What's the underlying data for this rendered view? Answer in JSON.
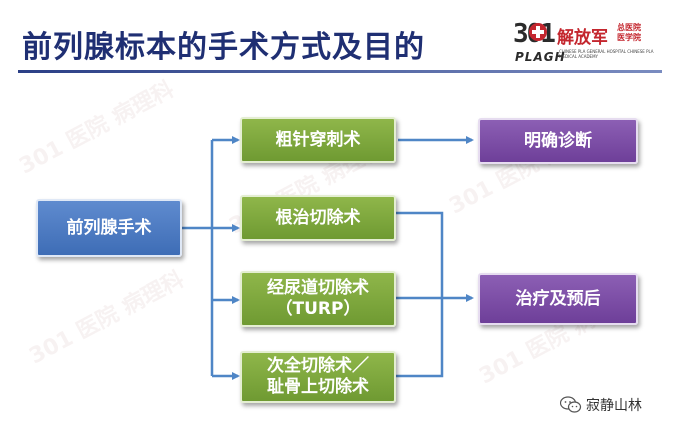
{
  "title": "前列腺标本的手术方式及目的",
  "logo": {
    "number": "301",
    "name_big": "解放军",
    "name_small_line1": "总医院",
    "name_small_line2": "医学院",
    "abbr": "PLAGH",
    "english": "CHINESE PLA GENERAL HOSPITAL CHINESE PLA MEDICAL ACADEMY"
  },
  "diagram": {
    "source": "前列腺手术",
    "procedures": [
      {
        "label": "粗针穿刺术"
      },
      {
        "label": "根治切除术"
      },
      {
        "label_line1": "经尿道切除术",
        "label_line2": "（TURP）"
      },
      {
        "label_line1": "次全切除术／",
        "label_line2": "耻骨上切除术"
      }
    ],
    "purposes": [
      "明确诊断",
      "治疗及预后"
    ]
  },
  "footer": {
    "account": "寂静山林",
    "icon": "wechat-icon"
  },
  "colors": {
    "title": "#1f2f73",
    "blue": "#4f7cc3",
    "green": "#7ea73d",
    "purple": "#7b4ea6",
    "arrow": "#4f86c6"
  }
}
